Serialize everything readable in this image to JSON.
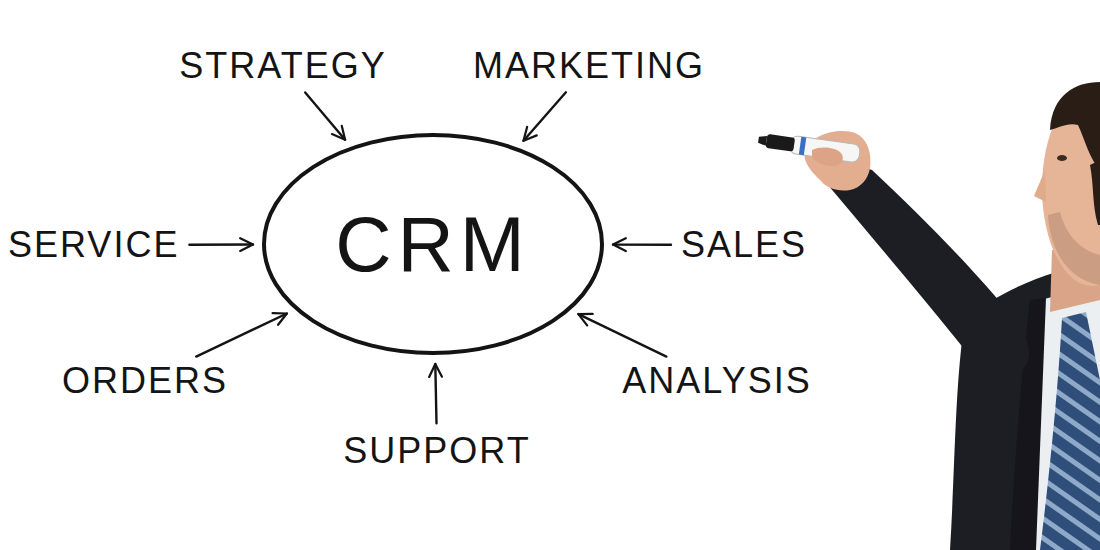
{
  "diagram": {
    "nodes": [
      {
        "text": [
          "STRATEGY"
        ]
      },
      {
        "text": [
          "MARKETING"
        ]
      },
      {
        "text": [
          "SERVICE"
        ]
      },
      {
        "text": [
          "CRM"
        ]
      },
      {
        "text": [
          "SALES"
        ]
      },
      {
        "text": [
          "ORDERS"
        ]
      },
      {
        "text": [
          "ANALYSIS"
        ]
      },
      {
        "text": [
          "SUPPORT"
        ]
      }
    ],
    "edges": [
      {
        "from": 0,
        "to": 3,
        "arrow": "to"
      },
      {
        "from": 1,
        "to": 3,
        "arrow": "to"
      },
      {
        "from": 2,
        "to": 3,
        "arrow": "to"
      },
      {
        "from": 4,
        "to": 3,
        "arrow": "to"
      },
      {
        "from": 5,
        "to": 3,
        "arrow": "to"
      },
      {
        "from": 6,
        "to": 3,
        "arrow": "to"
      },
      {
        "from": 7,
        "to": 3,
        "arrow": "to"
      }
    ]
  }
}
